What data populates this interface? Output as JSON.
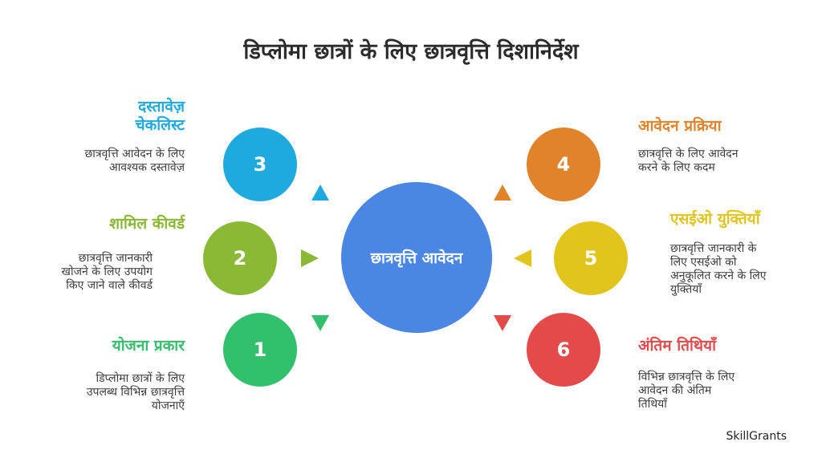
{
  "title": "डिप्लोमा छात्रों के लिए छात्रवृत्ति दिशानिर्देश",
  "center": {
    "label": "छात्रवृत्ति आवेदन",
    "color": "#4a86e4"
  },
  "items": [
    {
      "number": "3",
      "heading_lines": [
        "दस्तावेज़",
        "चेकलिस्ट"
      ],
      "description_lines": [
        "छात्रवृत्ति आवेदन के लिए",
        "आवश्यक दस्तावेज़"
      ],
      "color": "#1eaadf"
    },
    {
      "number": "2",
      "heading_lines": [
        "शामिल कीवर्ड"
      ],
      "description_lines": [
        "छात्रवृत्ति जानकारी",
        "खोजने के लिए उपयोग",
        "किए जाने वाले कीवर्ड"
      ],
      "color": "#8ab936"
    },
    {
      "number": "1",
      "heading_lines": [
        "योजना प्रकार"
      ],
      "description_lines": [
        "डिप्लोमा छात्रों के लिए",
        "उपलब्ध विभिन्न छात्रवृत्ति",
        "योजनाएँ"
      ],
      "color": "#33c06c"
    },
    {
      "number": "4",
      "heading_lines": [
        "आवेदन प्रक्रिया"
      ],
      "description_lines": [
        "छात्रवृत्ति के लिए आवेदन",
        "करने के लिए कदम"
      ],
      "color": "#e0832a"
    },
    {
      "number": "5",
      "heading_lines": [
        "एसईओ युक्तियाँ"
      ],
      "description_lines": [
        "छात्रवृत्ति जानकारी के",
        "लिए एसईओ को",
        "अनुकूलित करने के लिए",
        "युक्तियाँ"
      ],
      "color": "#e1c41c"
    },
    {
      "number": "6",
      "heading_lines": [
        "अंतिम तिथियाँ"
      ],
      "description_lines": [
        "विभिन्न छात्रवृत्ति के लिए",
        "आवेदन की अंतिम",
        "तिथियाँ"
      ],
      "color": "#e54a4a"
    }
  ],
  "brand": "SkillGrants"
}
